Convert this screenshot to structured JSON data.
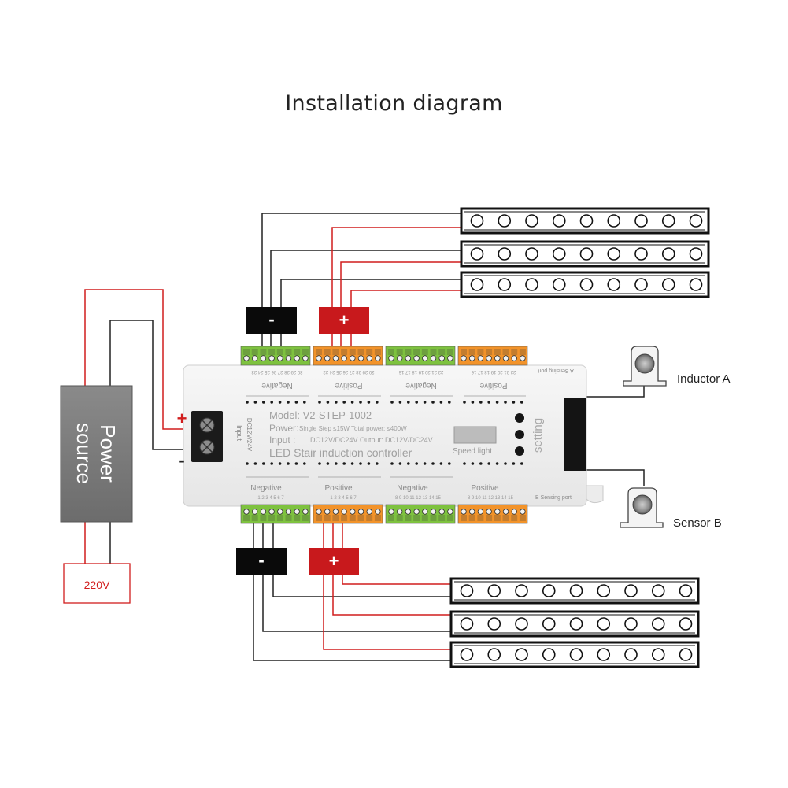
{
  "title": "Installation diagram",
  "labels": {
    "inductor_a": "Inductor A",
    "sensor_b": "Sensor B",
    "power_source_line1": "Power",
    "power_source_line2": "source",
    "mains_voltage": "220V",
    "minus_sign": "-",
    "plus_sign": "+"
  },
  "controller": {
    "model": "Model: V2-STEP-1002",
    "power_label": "Power:",
    "power_detail": "Single Step ≤15W  Total power:  ≤400W",
    "input_label": "Input :",
    "input_detail": "DC12V/DC24V  Output: DC12V/DC24V",
    "product_name": "LED Stair induction controller",
    "speed_light": "Speed light",
    "setting": "setting",
    "input_terminal": "Input",
    "input_voltage": "DC12V/24V",
    "a_sensing_port": "A Sensing port",
    "b_sensing_port": "B Sensing port",
    "negative": "Negative",
    "positive": "Positive",
    "bottom_numbers": [
      "1 2 3 4 5 6 7",
      "1 2 3 4 5 6 7",
      "8 9 10 11 12 13 14 15",
      "8 9 10 11 12 13 14 15"
    ],
    "top_numbers": [
      "30 29 28 27 26 25 24 23",
      "30 29 28 27 26 25 24 23",
      "22 21 20 19 18 17 16",
      "22 21 20 19 18 17 16"
    ]
  },
  "colors": {
    "wire_red": "#d11d1d",
    "wire_black": "#222222",
    "terminal_green": "#7ec23f",
    "terminal_orange": "#f2932a",
    "minus_block": "#0a0a0a",
    "plus_block": "#c8191c",
    "power_box": "#7c7c7c"
  }
}
